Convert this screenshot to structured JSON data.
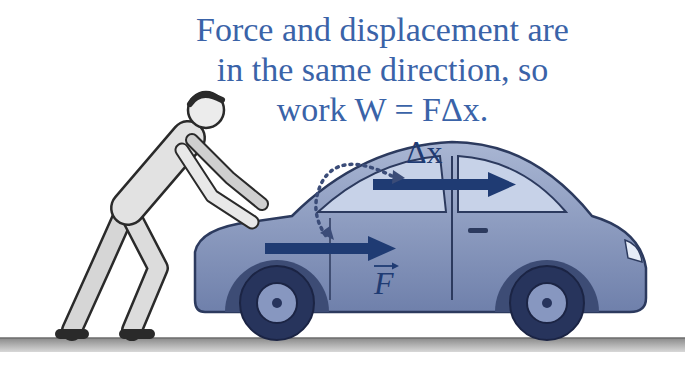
{
  "diagram": {
    "labels": [
      "Force and displacement are in the same direction, so work W = FΔx.",
      "Δx",
      "F"
    ]
  }
}
